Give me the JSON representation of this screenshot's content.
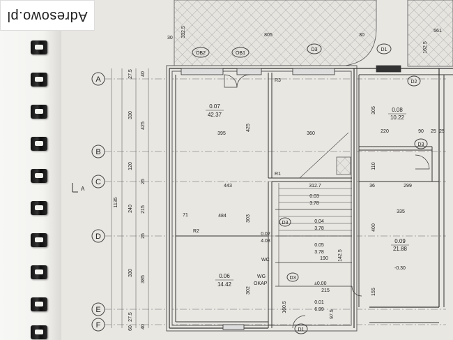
{
  "watermark": {
    "text": "Adresowo.pl"
  },
  "axes": {
    "A": "A",
    "B": "B",
    "C": "C",
    "D": "D",
    "E": "E",
    "F": "F"
  },
  "section_marker": "A",
  "rooms": [
    {
      "id": "0.07",
      "area": "42.37"
    },
    {
      "id": "0.08",
      "area": "10.22"
    },
    {
      "id": "0.09",
      "area": "21.88"
    },
    {
      "id": "0.06",
      "area": "14.42"
    },
    {
      "id": "0.03",
      "area": "3.78"
    },
    {
      "id": "0.04",
      "area": "3.78"
    },
    {
      "id": "0.05",
      "area": "3.78"
    },
    {
      "id": "0.02",
      "area": "4.08"
    },
    {
      "id": "0.01",
      "area": "6.99"
    }
  ],
  "doors": {
    "D1": "D1",
    "D2": "D2",
    "D3": "D3",
    "OB1": "OB1",
    "OB2": "OB2"
  },
  "markers": {
    "R1": "R1",
    "R2": "R2",
    "R3": "R3",
    "WC": "WC",
    "WG": "WG",
    "OKAP": "OKAP",
    "level": "-0.30",
    "level0": "±0.00"
  },
  "dims_left_outer": [
    "27.5",
    "330",
    "120",
    "240",
    "330",
    "27.5",
    "60"
  ],
  "dims_left_inner": [
    "40",
    "425",
    "25",
    "215",
    "25",
    "385",
    "40"
  ],
  "dims_total": "1135",
  "dims_horizontal": [
    "395",
    "425",
    "360",
    "443",
    "484",
    "299",
    "335",
    "220",
    "90",
    "25",
    "25",
    "71",
    "302",
    "303"
  ],
  "dims_top": [
    "30",
    "332.5",
    "805",
    "30",
    "561",
    "162.5"
  ],
  "dims_misc": [
    "305",
    "400",
    "155",
    "160.5",
    "97.5",
    "215",
    "190",
    "142.5",
    "312.7",
    "110",
    "36"
  ]
}
